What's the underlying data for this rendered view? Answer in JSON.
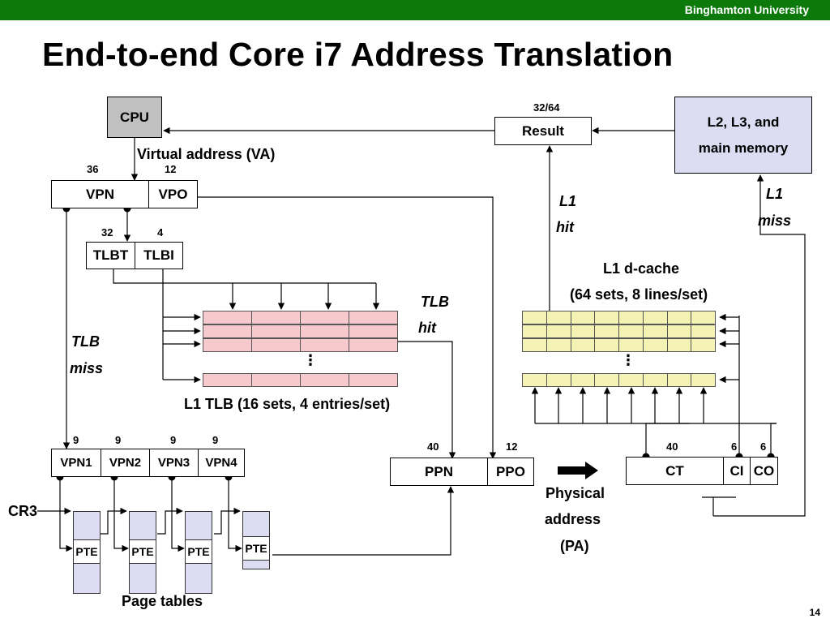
{
  "header": {
    "university": "Binghamton University"
  },
  "title": "End-to-end Core i7 Address Translation",
  "slide_number": "14",
  "cpu": {
    "label": "CPU",
    "va_label": "Virtual address (VA)"
  },
  "va": {
    "vpn": "VPN",
    "vpo": "VPO",
    "vpn_bits": "36",
    "vpo_bits": "12"
  },
  "tlb_fields": {
    "tlbt": "TLBT",
    "tlbi": "TLBI",
    "tlbt_bits": "32",
    "tlbi_bits": "4"
  },
  "tlb": {
    "label": "L1 TLB (16 sets, 4 entries/set)",
    "hit_line1": "TLB",
    "hit_line2": "hit",
    "miss_line1": "TLB",
    "miss_line2": "miss",
    "ellipsis": "⋮"
  },
  "vpn_parts": {
    "labels": [
      "VPN1",
      "VPN2",
      "VPN3",
      "VPN4"
    ],
    "bits": [
      "9",
      "9",
      "9",
      "9"
    ]
  },
  "page_tables": {
    "cr3": "CR3",
    "pte": "PTE",
    "label": "Page tables"
  },
  "pa": {
    "ppn": "PPN",
    "ppo": "PPO",
    "ppn_bits": "40",
    "ppo_bits": "12",
    "label_line1": "Physical",
    "label_line2": "address",
    "label_line3": "(PA)"
  },
  "result": {
    "label": "Result",
    "bits": "32/64"
  },
  "memory": {
    "line1": "L2, L3, and",
    "line2": "main memory"
  },
  "l1": {
    "hit_line1": "L1",
    "hit_line2": "hit",
    "miss_line1": "L1",
    "miss_line2": "miss"
  },
  "cache": {
    "line1": "L1 d-cache",
    "line2": "(64 sets, 8 lines/set)",
    "ellipsis": "⋮"
  },
  "cache_addr": {
    "ct": "CT",
    "ci": "CI",
    "co": "CO",
    "ct_bits": "40",
    "ci_bits": "6",
    "co_bits": "6"
  },
  "colors": {
    "header_green": "#0b7a0b",
    "tlb_pink": "#f6c9cd",
    "cache_yellow": "#f4f2b4",
    "memory_lavender": "#dcdcf2",
    "cpu_gray": "#c0c0c0"
  }
}
